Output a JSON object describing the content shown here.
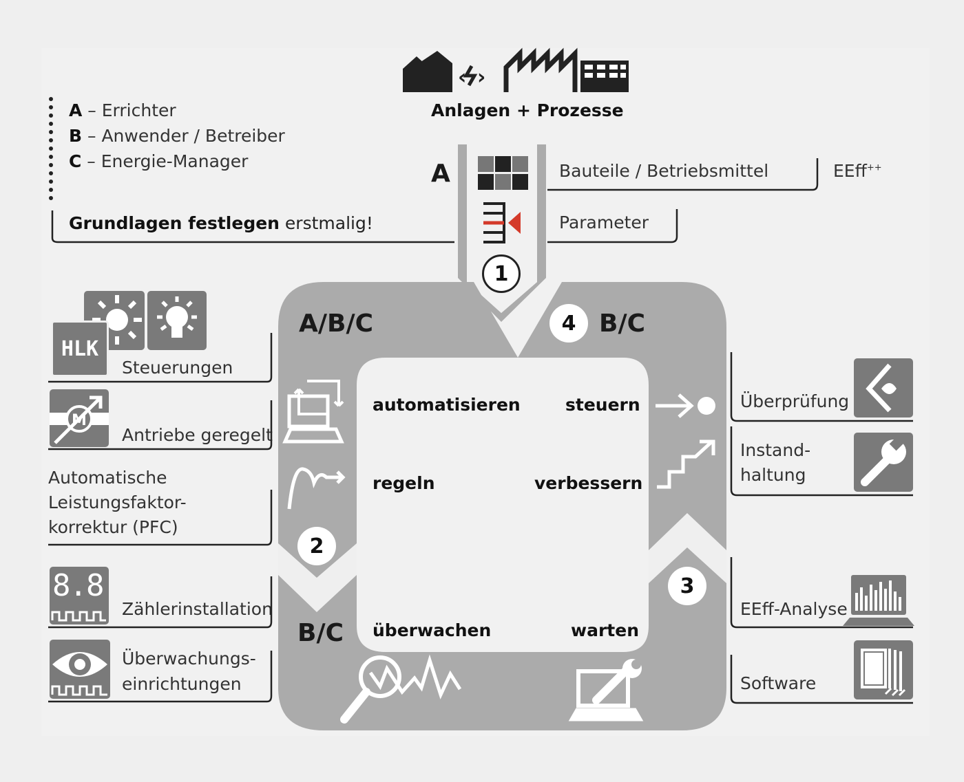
{
  "header": {
    "title": "Anlagen + Prozesse"
  },
  "legend": [
    {
      "key": "A",
      "text": " – Errichter"
    },
    {
      "key": "B",
      "text": " – Anwender / Betreiber"
    },
    {
      "key": "C",
      "text": " – Energie-Manager"
    }
  ],
  "grundlagen": {
    "bold": "Grundlagen festlegen",
    "rest": " erstmalig!"
  },
  "top_stage": {
    "letter": "A",
    "bauteile": "Bauteile / Betriebsmittel",
    "parameter": "Parameter",
    "eeff": "EEff",
    "eeff_sup": "++"
  },
  "cycle": {
    "group_abc": "A/B/C",
    "group_bc_top": "B/C",
    "group_bc_bottom": "B/C",
    "steps": [
      "1",
      "2",
      "3",
      "4"
    ],
    "verbs": {
      "automatisieren": "automatisieren",
      "steuern": "steuern",
      "regeln": "regeln",
      "verbessern": "verbessern",
      "ueberwachen": "überwachen",
      "warten": "warten"
    }
  },
  "left_items": {
    "hlk_badge": "HLK",
    "motor_badge": "M",
    "steuerungen": "Steuerungen",
    "antriebe": "Antriebe geregelt",
    "pfc": [
      "Automatische",
      "Leistungsfaktor-",
      "korrektur (PFC)"
    ],
    "counter_digits": "8.8",
    "zaehler": "Zählerinstallation",
    "ueberwachung": [
      "Überwachungs-",
      "einrichtungen"
    ]
  },
  "right_items": {
    "ueberpruefung": "Überprüfung",
    "instand": [
      "Instand-",
      "haltung"
    ],
    "eeff_analyse": "EEff-Analyse",
    "software": "Software"
  },
  "colors": {
    "gray": "#ababab",
    "dark": "#222222",
    "icon_bg": "#7a7a7a",
    "red": "#d43a2a"
  }
}
